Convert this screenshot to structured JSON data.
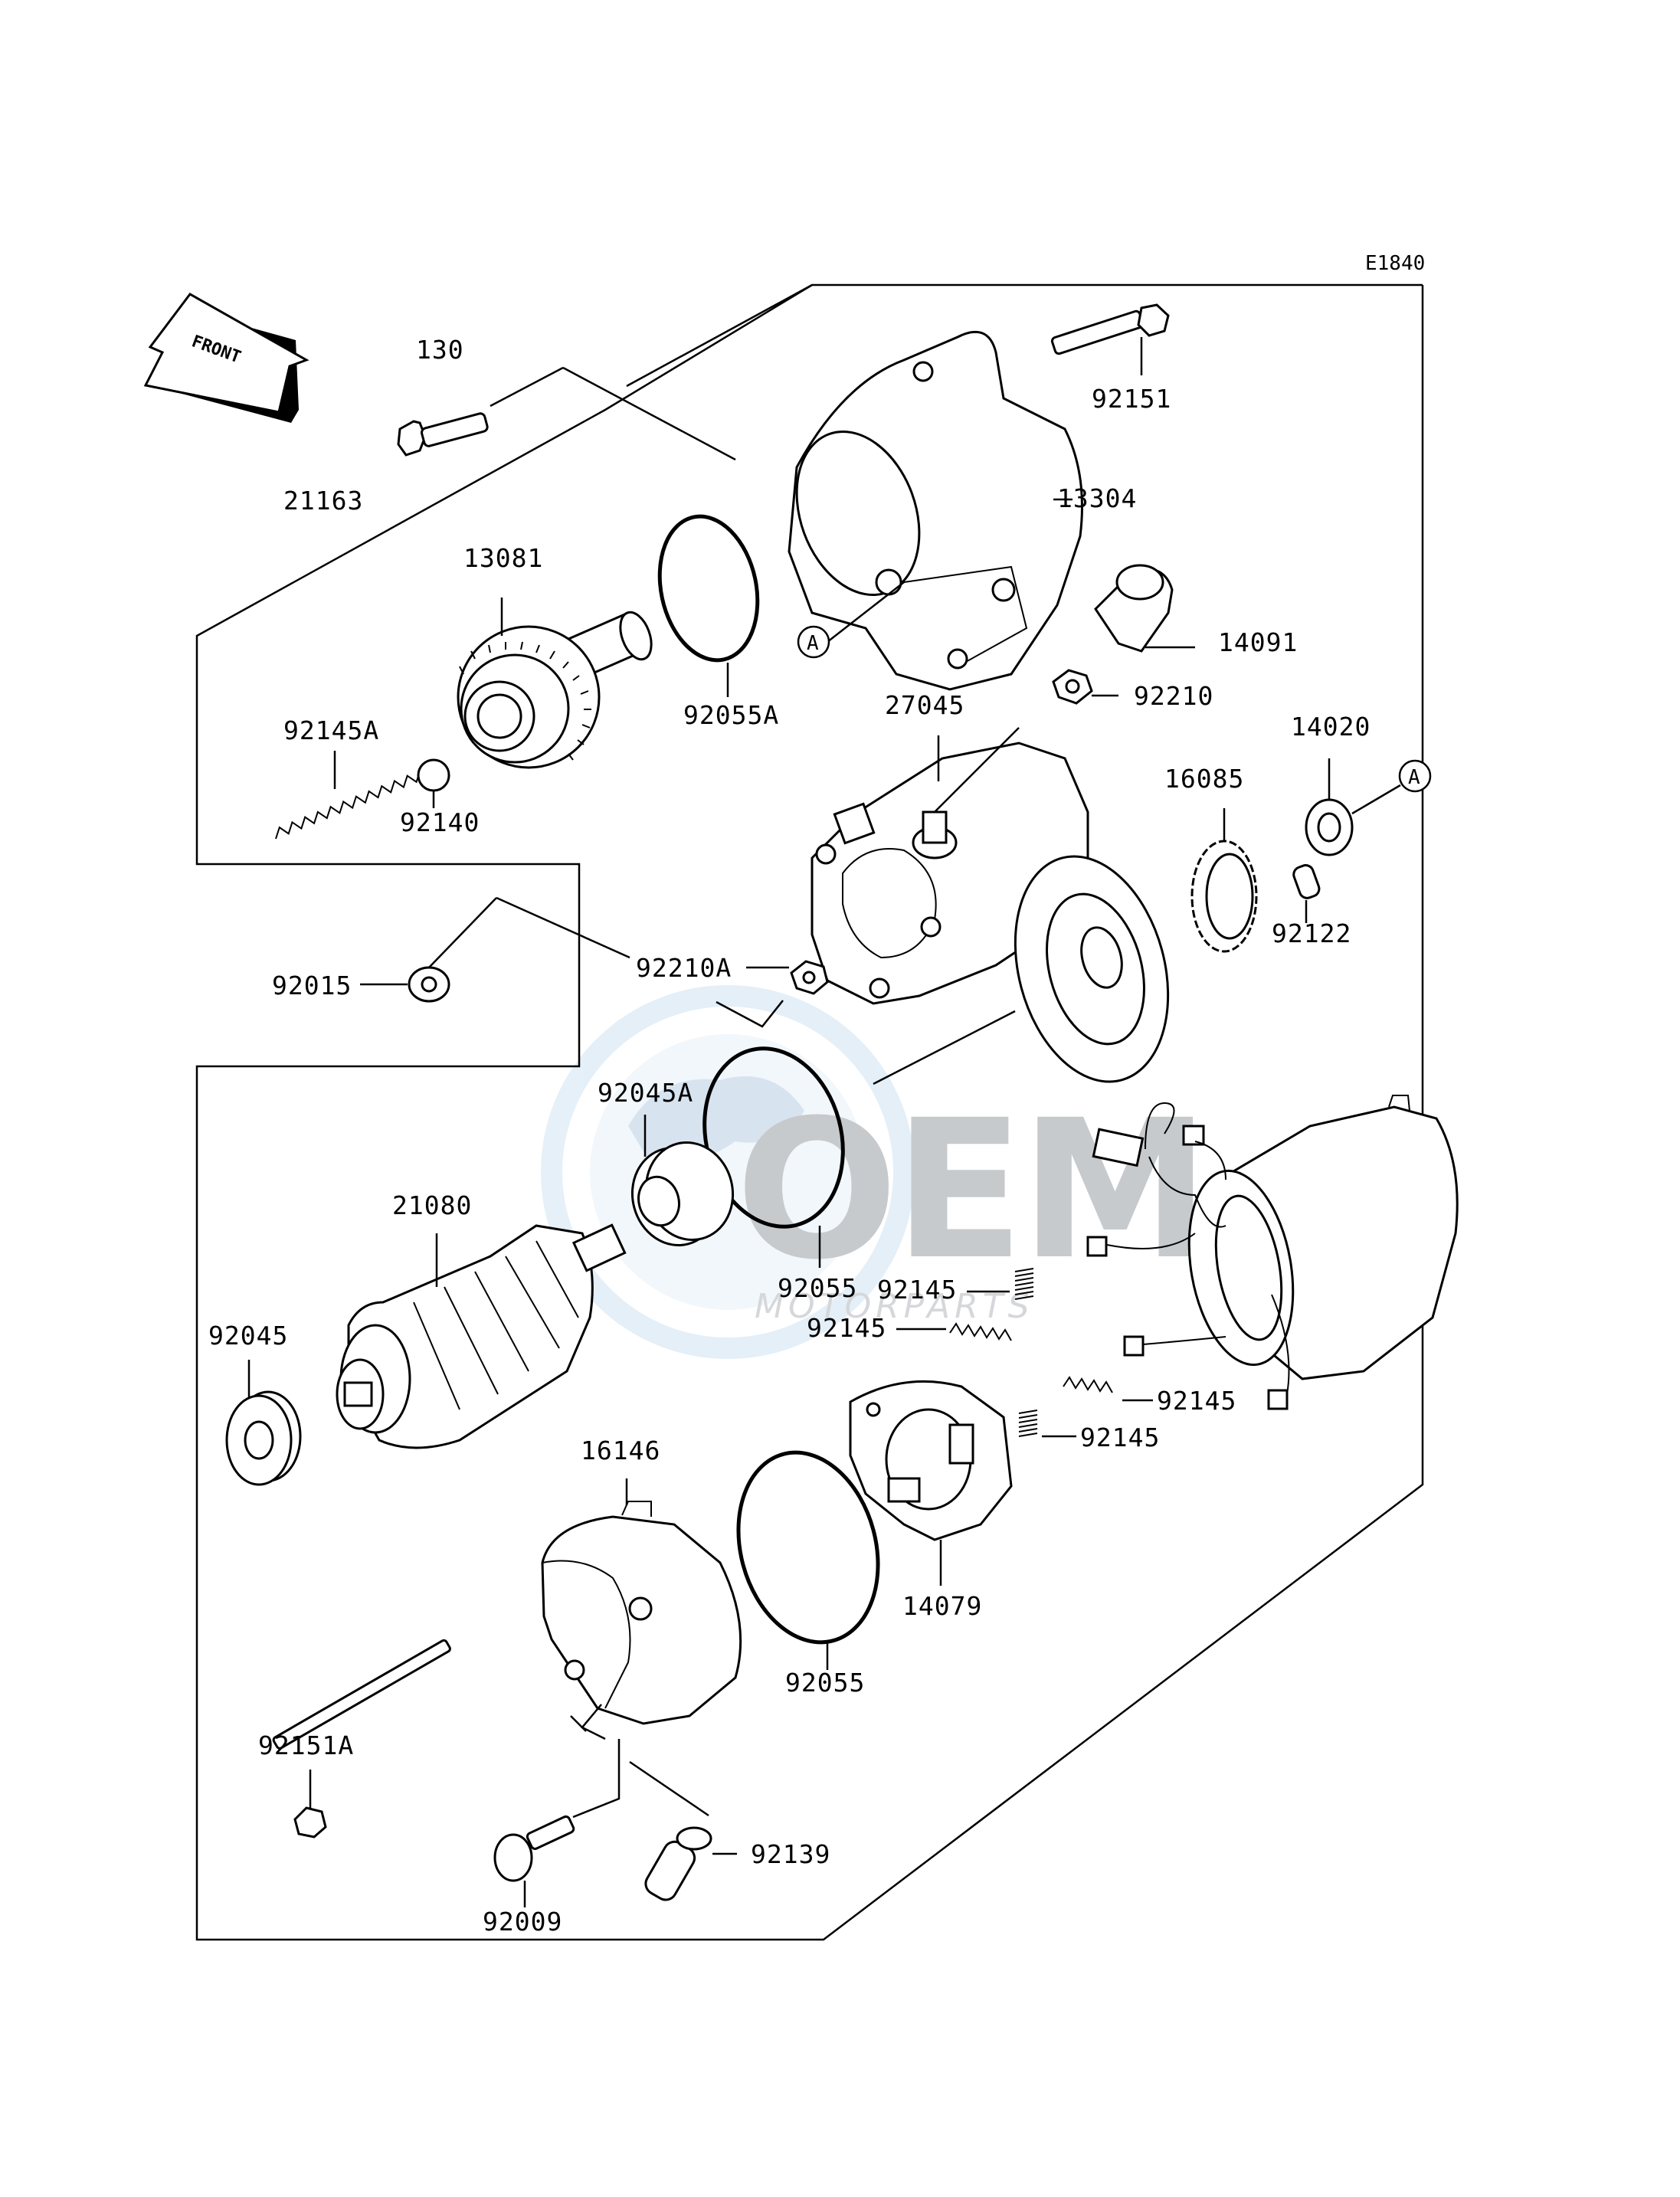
{
  "diagram": {
    "code": "E1840",
    "front_label": "FRONT",
    "reference_marker": "A",
    "watermark": {
      "brand": "OEM",
      "sub": "MOTORPARTS"
    },
    "parts": [
      {
        "id": "p130",
        "label": "130"
      },
      {
        "id": "p92151",
        "label": "92151"
      },
      {
        "id": "p21163",
        "label": "21163"
      },
      {
        "id": "p13304",
        "label": "13304"
      },
      {
        "id": "p13081",
        "label": "13081"
      },
      {
        "id": "p14091",
        "label": "14091"
      },
      {
        "id": "p92055A",
        "label": "92055A"
      },
      {
        "id": "p92145A",
        "label": "92145A"
      },
      {
        "id": "p27045",
        "label": "27045"
      },
      {
        "id": "p92210",
        "label": "92210"
      },
      {
        "id": "p14020",
        "label": "14020"
      },
      {
        "id": "p92140",
        "label": "92140"
      },
      {
        "id": "p16085",
        "label": "16085"
      },
      {
        "id": "p92122",
        "label": "92122"
      },
      {
        "id": "p92015",
        "label": "92015"
      },
      {
        "id": "p92210A",
        "label": "92210A"
      },
      {
        "id": "p92045A",
        "label": "92045A"
      },
      {
        "id": "p21080",
        "label": "21080"
      },
      {
        "id": "p92055a",
        "label": "92055"
      },
      {
        "id": "p92145a",
        "label": "92145"
      },
      {
        "id": "p92145b",
        "label": "92145"
      },
      {
        "id": "p92045",
        "label": "92045"
      },
      {
        "id": "p92145c",
        "label": "92145"
      },
      {
        "id": "p92145d",
        "label": "92145"
      },
      {
        "id": "p16146",
        "label": "16146"
      },
      {
        "id": "p14079",
        "label": "14079"
      },
      {
        "id": "p92055b",
        "label": "92055"
      },
      {
        "id": "p92151A",
        "label": "92151A"
      },
      {
        "id": "p92139",
        "label": "92139"
      },
      {
        "id": "p92009",
        "label": "92009"
      }
    ]
  }
}
